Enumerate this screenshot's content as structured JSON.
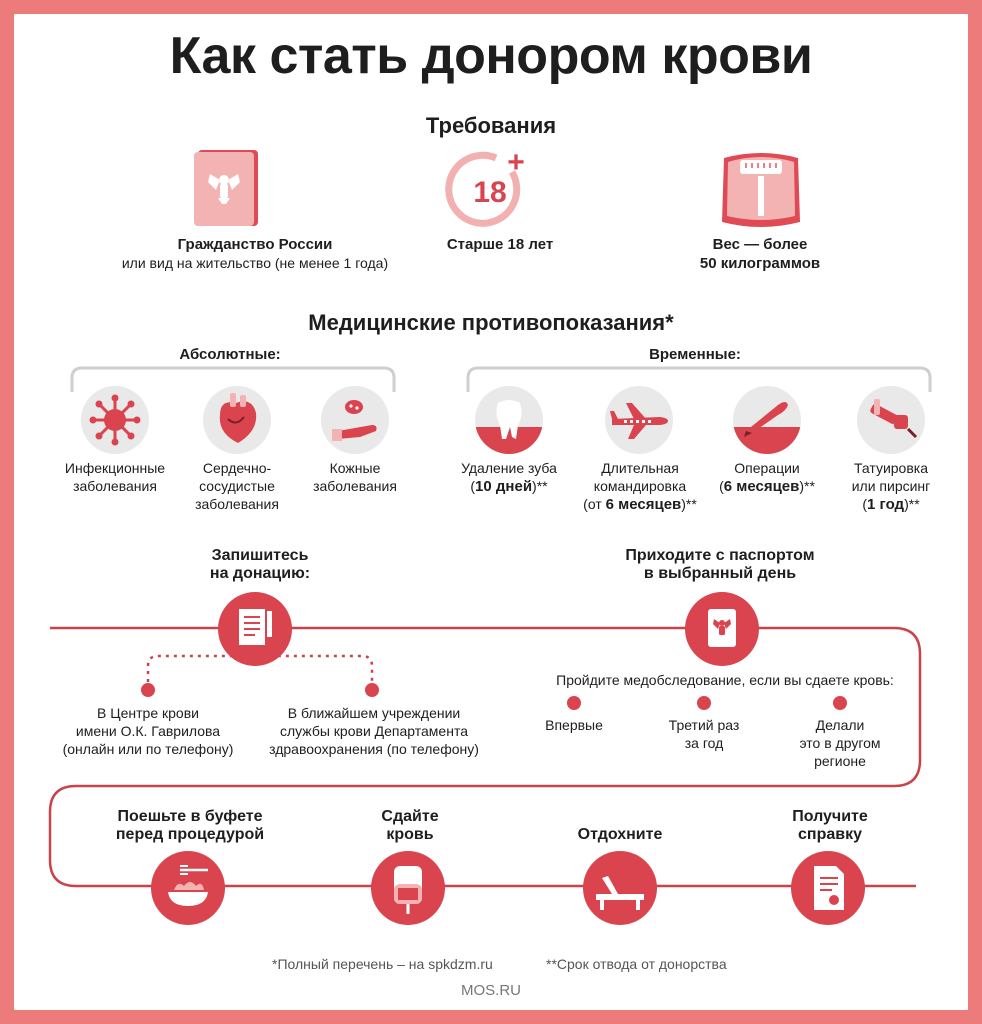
{
  "title": "Как стать донором крови",
  "requirements": {
    "heading": "Требования",
    "items": [
      {
        "title": "Гражданство России",
        "subtitle": "или вид на жительство (не менее 1 года)"
      },
      {
        "title": "Старше 18 лет",
        "subtitle": ""
      },
      {
        "title": "Вес — более",
        "subtitle": "50 килограммов"
      }
    ],
    "age_badge": "18",
    "age_plus": "+"
  },
  "contraindications": {
    "heading": "Медицинские противопоказания*",
    "absolute": {
      "label": "Абсолютные:",
      "items": [
        {
          "line1": "Инфекционные",
          "line2": "заболевания",
          "line3": ""
        },
        {
          "line1": "Сердечно-",
          "line2": "сосудистые",
          "line3": "заболевания"
        },
        {
          "line1": "Кожные",
          "line2": "заболевания",
          "line3": ""
        }
      ]
    },
    "temporary": {
      "label": "Временные:",
      "items": [
        {
          "line1": "Удаление зуба",
          "line2_pre": "(",
          "line2_bold": "10 дней",
          "line2_post": ")**",
          "line3_pre": "",
          "line3_bold": "",
          "line3_post": ""
        },
        {
          "line1": "Длительная",
          "line2_pre": "командировка",
          "line2_bold": "",
          "line2_post": "",
          "line3_pre": "(от ",
          "line3_bold": "6 месяцев",
          "line3_post": ")**"
        },
        {
          "line1": "Операции",
          "line2_pre": "(",
          "line2_bold": "6 месяцев",
          "line2_post": ")**",
          "line3_pre": "",
          "line3_bold": "",
          "line3_post": ""
        },
        {
          "line1": "Татуировка",
          "line2_pre": "или пирсинг",
          "line2_bold": "",
          "line2_post": "",
          "line3_pre": "(",
          "line3_bold": "1 год",
          "line3_post": ")**"
        }
      ]
    }
  },
  "process": {
    "step1": {
      "line1": "Запишитесь",
      "line2": "на донацию:"
    },
    "step1_options": [
      {
        "line1": "В Центре крови",
        "line2": "имени О.К. Гаврилова",
        "line3": "(онлайн или по телефону)"
      },
      {
        "line1": "В ближайшем учреждении",
        "line2": "службы крови Департамента",
        "line3": "здравоохранения (по телефону)"
      }
    ],
    "step2": {
      "line1": "Приходите с паспортом",
      "line2": "в выбранный день"
    },
    "exam": {
      "label": "Пройдите медобследование, если вы сдаете кровь:",
      "options": [
        {
          "line1": "Впервые",
          "line2": "",
          "line3": ""
        },
        {
          "line1": "Третий раз",
          "line2": "за год",
          "line3": ""
        },
        {
          "line1": "Делали",
          "line2": "это в другом",
          "line3": "регионе"
        }
      ]
    },
    "final_steps": [
      {
        "line1": "Поешьте в буфете",
        "line2": "перед процедурой"
      },
      {
        "line1": "Сдайте",
        "line2": "кровь"
      },
      {
        "line1": "Отдохните",
        "line2": ""
      },
      {
        "line1": "Получите",
        "line2": "справку"
      }
    ]
  },
  "footnotes": {
    "note1": "*Полный перечень – на spkdzm.ru",
    "note2": "**Срок отвода от донорства"
  },
  "footer": "MOS.RU",
  "colors": {
    "border": "#ee7b7b",
    "accent": "#d9444f",
    "light": "#f4b6b6",
    "line": "#c9434b",
    "grey": "#e9e9e9"
  }
}
